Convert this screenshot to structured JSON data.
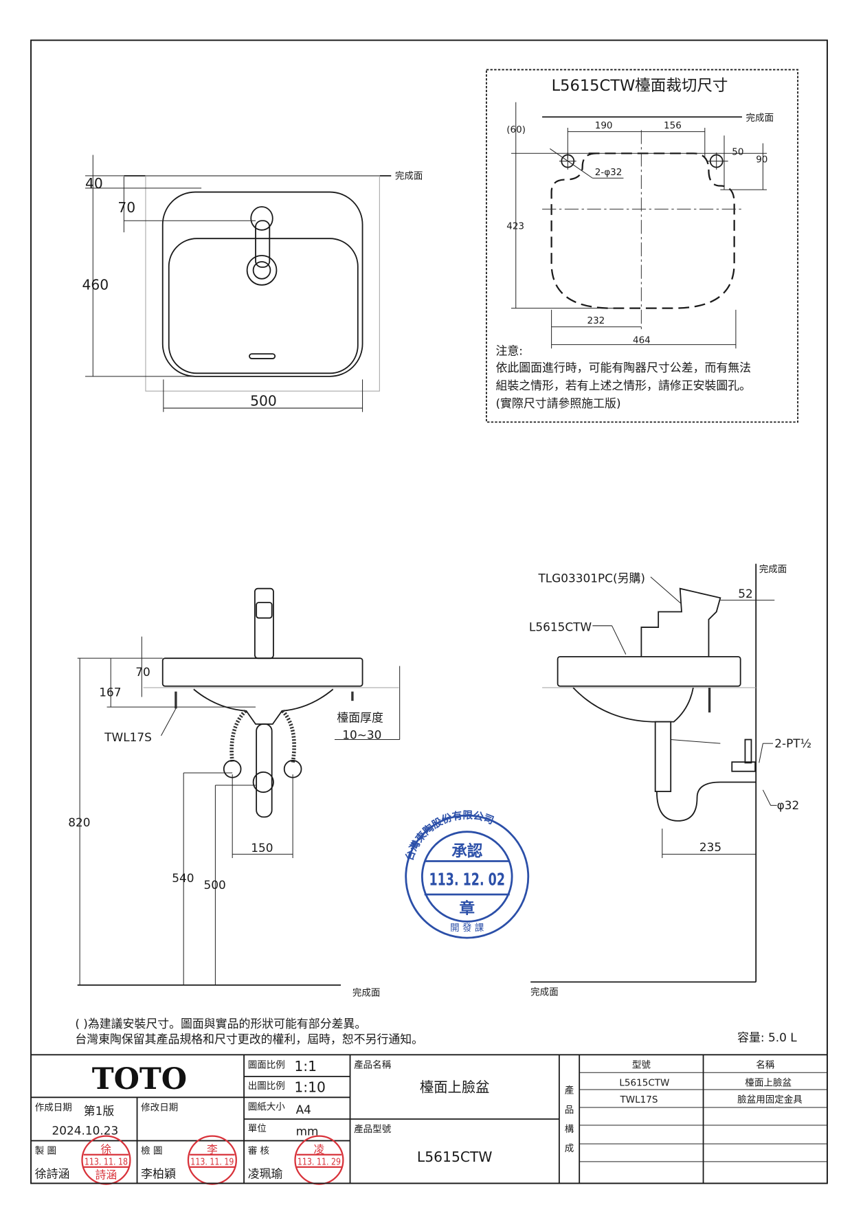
{
  "colors": {
    "ink": "#1a1a1a",
    "approval_stamp": "#2b4fa8",
    "signature_stamp": "#d8323a"
  },
  "finish_surface": "完成面",
  "plan_view": {
    "dims": {
      "top_offset": "40",
      "faucet_offset": "70",
      "depth": "460",
      "width": "500"
    }
  },
  "cutout": {
    "title": "L5615CTW檯面裁切尺寸",
    "dims": {
      "offset": "(60)",
      "left_hole": "190",
      "right_hole": "156",
      "hole_depth": "50",
      "notch_depth": "90",
      "depth": "423",
      "half_width": "232",
      "width": "464",
      "holes": "2-φ32"
    },
    "note_title": "注意:",
    "note_lines": [
      "依此圖面進行時，可能有陶器尺寸公差，而有無法",
      "組裝之情形，若有上述之情形，請修正安裝圖孔。",
      "(實際尺寸請參照施工版)"
    ]
  },
  "front_view": {
    "dims": {
      "faucet": "70",
      "basin_height": "167",
      "total_height": "820",
      "valve_height": "540",
      "drain_height": "500",
      "valve_spacing": "150"
    },
    "bracket_label": "TWL17S",
    "counter_thickness_label": "檯面厚度",
    "counter_thickness_value": "10~30"
  },
  "side_view": {
    "faucet_label": "TLG03301PC(另購)",
    "basin_label": "L5615CTW",
    "faucet_wall": "52",
    "supply_label": "2-PT½",
    "drain_label": "φ32",
    "trap_distance": "235"
  },
  "approval_stamp": {
    "company": "台灣東陶股份有限公司",
    "heading": "承認",
    "date": "113. 12. 02",
    "seal": "章",
    "department": "開 發 課"
  },
  "notes": [
    "( )為建議安裝尺寸。圖面與實品的形狀可能有部分差異。",
    "台灣東陶保留其產品規格和尺寸更改的權利，屆時，恕不另行通知。"
  ],
  "capacity": "容量: 5.0 L",
  "title_block": {
    "logo": "TOTO",
    "drawing_scale_label": "圖面比例",
    "drawing_scale": "1:1",
    "print_scale_label": "出圖比例",
    "print_scale": "1:10",
    "paper_label": "圖紙大小",
    "paper": "A4",
    "unit_label": "單位",
    "unit": "mm",
    "created_label": "作成日期",
    "version": "第1版",
    "created_date": "2024.10.23",
    "revised_label": "修改日期",
    "drawn_label": "製  圖",
    "drawn_by": "徐詩涵",
    "drawn_stamp_date": "113. 11. 18",
    "drawn_stamp_name": "詩涵",
    "drawn_stamp_top": "徐",
    "checked_label": "檢  圖",
    "checked_by": "李柏穎",
    "checked_stamp_date": "113. 11. 19",
    "checked_stamp_top": "李",
    "approved_label": "審  核",
    "approved_by": "凌珮瑜",
    "approved_stamp_date": "113. 11. 29",
    "approved_stamp_top": "凌",
    "product_name_label": "產品名稱",
    "product_name": "檯面上臉盆",
    "product_model_label": "產品型號",
    "product_model": "L5615CTW",
    "composition_label": [
      "產",
      "品",
      "構",
      "成"
    ],
    "components_header": {
      "model": "型號",
      "name": "名稱"
    },
    "components": [
      {
        "model": "L5615CTW",
        "name": "檯面上臉盆"
      },
      {
        "model": "TWL17S",
        "name": "臉盆用固定金具"
      }
    ]
  }
}
